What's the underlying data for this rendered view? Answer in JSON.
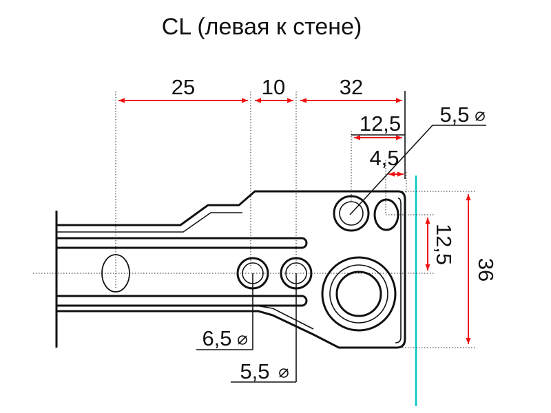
{
  "title": "CL (левая к стене)",
  "dimensions": {
    "d25": "25",
    "d10": "10",
    "d32": "32",
    "d12_5_top": "12,5",
    "d4_5": "4,5",
    "d12_5_side": "12,5",
    "d36": "36"
  },
  "callouts": {
    "hole_top": "5,5",
    "hole_left": "6,5",
    "hole_bottom": "5,5"
  },
  "diameter_symbol": "⌀",
  "colors": {
    "dimension_arrow": "#ee1111",
    "wall_line": "#00c8c8",
    "outline": "#111111"
  }
}
